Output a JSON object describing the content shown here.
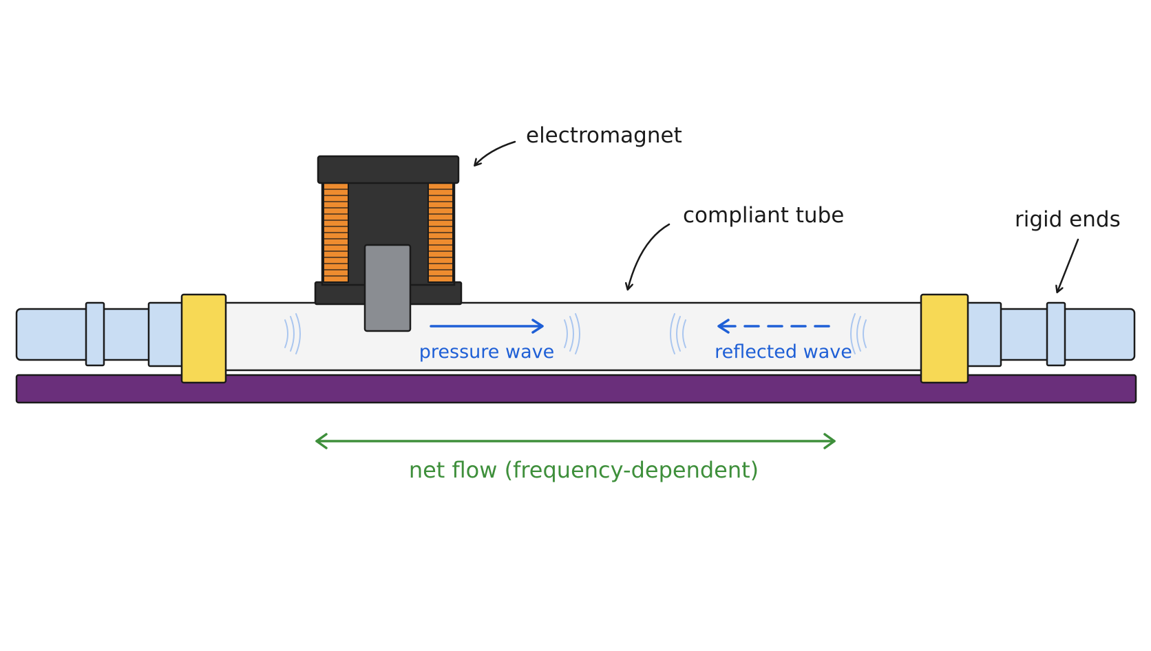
{
  "labels": {
    "electromagnet": "electromagnet",
    "compliant_tube": "compliant tube",
    "rigid_ends": "rigid ends",
    "pressure_wave": "pressure wave",
    "reflected_wave": "reflected wave",
    "net_flow": "net flow (frequency-dependent)"
  },
  "colors": {
    "base_plate": "#6a2f7b",
    "rigid_pipe": "#c9ddf3",
    "clamp": "#f7d955",
    "coil": "#ee8c2f",
    "magnet_core": "#333333",
    "plunger": "#8a8d92",
    "tube": "#f4f4f4",
    "wave_blue": "#1e5fd6",
    "flow_green": "#3e8f3b"
  }
}
